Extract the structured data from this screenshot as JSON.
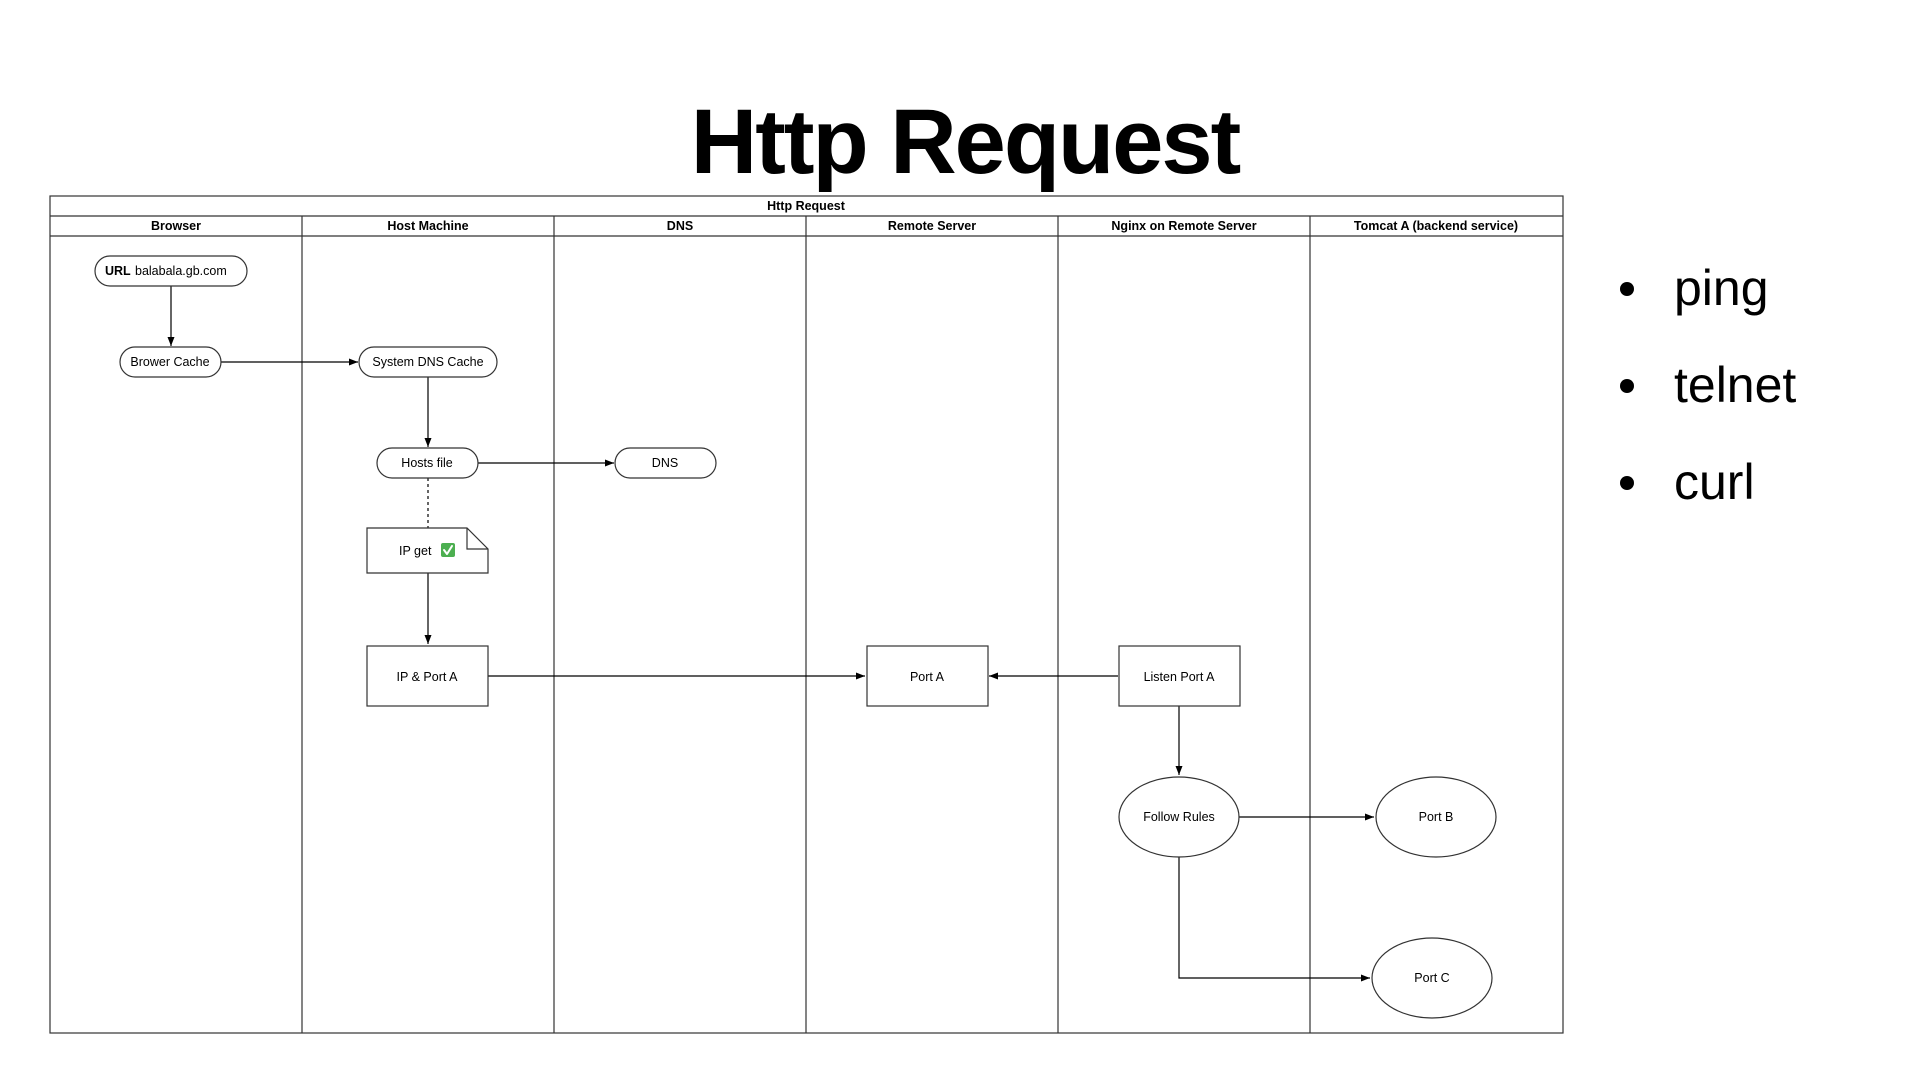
{
  "slide": {
    "title": "Http Request"
  },
  "diagram": {
    "pool_title": "Http Request",
    "lanes": [
      "Browser",
      "Host Machine",
      "DNS",
      "Remote Server",
      "Nginx on Remote Server",
      "Tomcat A (backend service)"
    ],
    "nodes": {
      "url_prefix": "URL",
      "url_value": "balabala.gb.com",
      "browser_cache": "Brower Cache",
      "system_dns_cache": "System DNS Cache",
      "hosts_file": "Hosts file",
      "dns": "DNS",
      "ip_get": "IP get",
      "ip_port_a": "IP & Port A",
      "port_a": "Port A",
      "listen_port_a": "Listen Port A",
      "follow_rules": "Follow Rules",
      "port_b": "Port B",
      "port_c": "Port C"
    },
    "check_color": "#4caf50"
  },
  "bullets": [
    "ping",
    "telnet",
    "curl"
  ]
}
